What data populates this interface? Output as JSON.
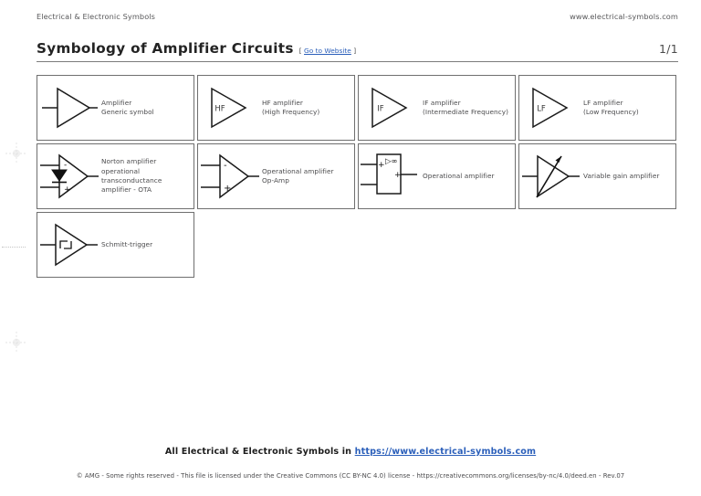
{
  "header": {
    "left_label": "Electrical & Electronic Symbols",
    "right_label": "www.electrical-symbols.com"
  },
  "title": {
    "text": "Symbology of Amplifier Circuits",
    "link_open_bracket": "[",
    "link_label": "Go to Website",
    "link_close_bracket": "]",
    "page_indicator": "1/1"
  },
  "symbols": [
    {
      "id": "amplifier-generic",
      "icon": "amplifier-triangle-icon",
      "caption_line1": "Amplifier",
      "caption_line2": "Generic symbol",
      "inner_label": ""
    },
    {
      "id": "hf-amplifier",
      "icon": "hf-amplifier-triangle-icon",
      "caption_line1": "HF amplifier",
      "caption_line2": "(High Frequency)",
      "inner_label": "HF"
    },
    {
      "id": "if-amplifier",
      "icon": "if-amplifier-triangle-icon",
      "caption_line1": "IF amplifier",
      "caption_line2": "(Intermediate Frequency)",
      "inner_label": "IF"
    },
    {
      "id": "lf-amplifier",
      "icon": "lf-amplifier-triangle-icon",
      "caption_line1": "LF amplifier",
      "caption_line2": "(Low Frequency)",
      "inner_label": "LF"
    },
    {
      "id": "norton-amplifier",
      "icon": "norton-amplifier-icon",
      "caption_line1": "Norton amplifier",
      "caption_line2": "operational",
      "caption_line3": "transconductance",
      "caption_line4": "amplifier - OTA",
      "minus_sign": "-",
      "plus_sign": "+"
    },
    {
      "id": "operational-amplifier-opamp",
      "icon": "op-amp-triangle-icon",
      "caption_line1": "Operational amplifier",
      "caption_line2": "Op-Amp",
      "minus_sign": "-",
      "plus_sign": "+"
    },
    {
      "id": "operational-amplifier-iec",
      "icon": "op-amp-box-icon",
      "caption_line1": "Operational amplifier",
      "caption_line2": "",
      "qualifier": "▷∞",
      "plus_sign_input": "+",
      "plus_sign_output": "+"
    },
    {
      "id": "variable-gain-amplifier",
      "icon": "variable-gain-amplifier-icon",
      "caption_line1": "Variable gain amplifier",
      "caption_line2": ""
    },
    {
      "id": "schmitt-trigger",
      "icon": "schmitt-trigger-icon",
      "caption_line1": "Schmitt-trigger",
      "caption_line2": ""
    }
  ],
  "footer": {
    "main_prefix": "All Electrical & Electronic Symbols in ",
    "main_link": "https://www.electrical-symbols.com",
    "legal": "© AMG - Some rights reserved - This file is licensed under the Creative Commons (CC BY-NC 4.0) license - https://creativecommons.org/licenses/by-nc/4.0/deed.en - Rev.07"
  },
  "colors": {
    "link": "#2b5fba",
    "rule": "#7c7c7c",
    "cell_border": "#6f6f6f",
    "text": "#4b4b4d"
  }
}
